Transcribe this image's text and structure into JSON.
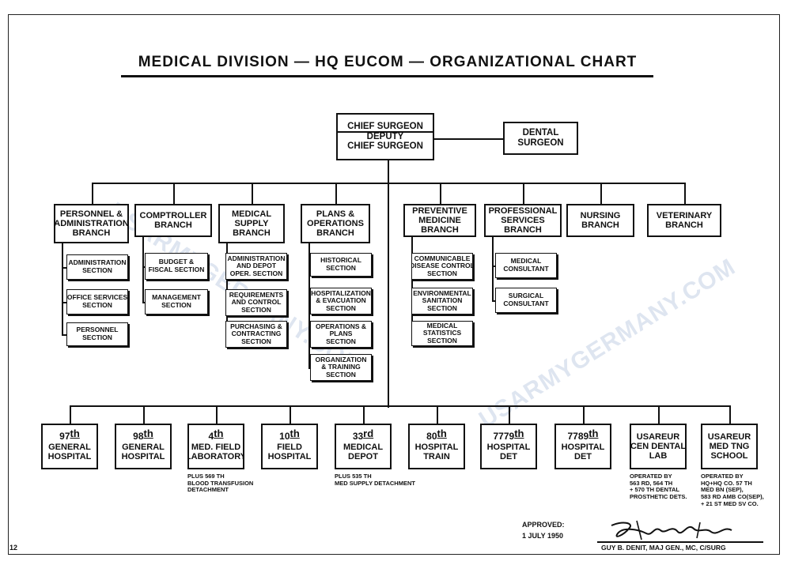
{
  "title": "MEDICAL DIVISION — HQ EUCOM — ORGANIZATIONAL CHART",
  "watermark": "USARMYGERMANY.COM",
  "top": {
    "chief": [
      "CHIEF SURGEON",
      "DEPUTY",
      "CHIEF SURGEON"
    ],
    "dental": [
      "DENTAL",
      "SURGEON"
    ]
  },
  "branches": [
    {
      "label": [
        "PERSONNEL &",
        "ADMINISTRATION",
        "BRANCH"
      ],
      "sections": [
        [
          "ADMINISTRATION",
          "SECTION"
        ],
        [
          "OFFICE SERVICES",
          "SECTION"
        ],
        [
          "PERSONNEL",
          "SECTION"
        ]
      ]
    },
    {
      "label": [
        "COMPTROLLER",
        "BRANCH"
      ],
      "sections": [
        [
          "BUDGET &",
          "FISCAL SECTION"
        ],
        [
          "MANAGEMENT",
          "SECTION"
        ]
      ]
    },
    {
      "label": [
        "MEDICAL",
        "SUPPLY",
        "BRANCH"
      ],
      "sections": [
        [
          "ADMINISTRATION",
          "AND DEPOT",
          "OPER. SECTION"
        ],
        [
          "REQUIREMENTS",
          "AND CONTROL",
          "SECTION"
        ],
        [
          "PURCHASING &",
          "CONTRACTING",
          "SECTION"
        ]
      ]
    },
    {
      "label": [
        "PLANS &",
        "OPERATIONS",
        "BRANCH"
      ],
      "sections": [
        [
          "HISTORICAL",
          "SECTION"
        ],
        [
          "HOSPITALIZATION",
          "& EVACUATION",
          "SECTION"
        ],
        [
          "OPERATIONS &",
          "PLANS",
          "SECTION"
        ],
        [
          "ORGANIZATION",
          "& TRAINING",
          "SECTION"
        ]
      ]
    },
    {
      "label": [
        "PREVENTIVE",
        "MEDICINE",
        "BRANCH"
      ],
      "sections": [
        [
          "COMMUNICABLE",
          "DISEASE CONTROL",
          "SECTION"
        ],
        [
          "ENVIRONMENTAL",
          "SANITATION",
          "SECTION"
        ],
        [
          "MEDICAL",
          "STATISTICS",
          "SECTION"
        ]
      ]
    },
    {
      "label": [
        "PROFESSIONAL",
        "SERVICES",
        "BRANCH"
      ],
      "sections": [
        [
          "MEDICAL",
          "CONSULTANT"
        ],
        [
          "SURGICAL",
          "CONSULTANT"
        ]
      ]
    },
    {
      "label": [
        "NURSING",
        "BRANCH"
      ],
      "sections": []
    },
    {
      "label": [
        "VETERINARY",
        "BRANCH"
      ],
      "sections": []
    }
  ],
  "units": [
    {
      "num": "97",
      "sup": "th",
      "lines": [
        "GENERAL",
        "HOSPITAL"
      ],
      "note": []
    },
    {
      "num": "98",
      "sup": "th",
      "lines": [
        "GENERAL",
        "HOSPITAL"
      ],
      "note": []
    },
    {
      "num": "4",
      "sup": "th",
      "lines": [
        "MED. FIELD",
        "LABORATORY"
      ],
      "note": [
        "PLUS 569 TH",
        "BLOOD TRANSFUSION",
        "DETACHMENT"
      ]
    },
    {
      "num": "10",
      "sup": "th",
      "lines": [
        "FIELD",
        "HOSPITAL"
      ],
      "note": []
    },
    {
      "num": "33",
      "sup": "rd",
      "lines": [
        "MEDICAL",
        "DEPOT"
      ],
      "note": [
        "PLUS 535 TH",
        "MED SUPPLY DETACHMENT"
      ]
    },
    {
      "num": "80",
      "sup": "th",
      "lines": [
        "HOSPITAL",
        "TRAIN"
      ],
      "note": []
    },
    {
      "num": "7779",
      "sup": "th",
      "lines": [
        "HOSPITAL",
        "DET"
      ],
      "note": []
    },
    {
      "num": "7789",
      "sup": "th",
      "lines": [
        "HOSPITAL",
        "DET"
      ],
      "note": []
    },
    {
      "num": "",
      "sup": "",
      "lines": [
        "USAREUR",
        "CEN DENTAL",
        "LAB"
      ],
      "note": [
        "OPERATED BY",
        "563 RD, 564 TH",
        "+ 570 TH DENTAL",
        "PROSTHETIC DETS."
      ]
    },
    {
      "num": "",
      "sup": "",
      "lines": [
        "USAREUR",
        "MED TNG",
        "SCHOOL"
      ],
      "note": [
        "OPERATED BY",
        "HQ+HQ CO. 57 TH",
        "MED BN (SEP),",
        "583 RD AMB CO(SEP),",
        "+ 21 ST MED SV CO."
      ]
    }
  ],
  "approval": {
    "label": "APPROVED:",
    "date": "1 JULY 1950",
    "signer": "GUY B. DENIT, MAJ GEN., MC, C/SURG"
  },
  "page_number": "12"
}
